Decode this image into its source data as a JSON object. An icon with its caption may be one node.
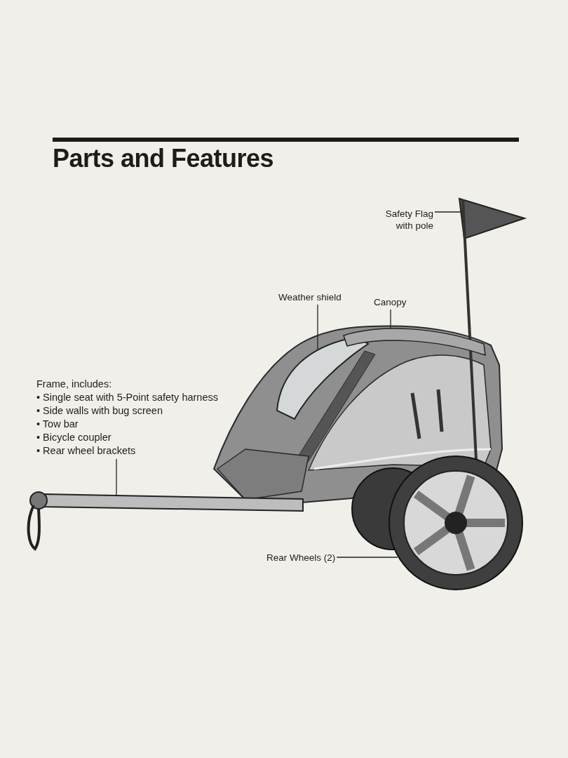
{
  "diagram": {
    "title": "Parts and Features",
    "nodes": [
      {
        "text": [
          "Safety Flag with pole"
        ]
      },
      {
        "text": [],
        "shape": "picture"
      },
      {
        "text": [
          "Weather shield"
        ]
      },
      {
        "text": [
          "Canopy"
        ]
      },
      {
        "text": [],
        "shape": "picture"
      },
      {
        "text": [],
        "shape": "picture"
      },
      {
        "text": [
          "Frame, includes:",
          "• Single seat with 5-Point safety harness",
          "• Side walls with bug screen",
          "• Tow bar",
          "• Bicycle coupler",
          "• Rear wheel brackets"
        ]
      },
      {
        "text": [],
        "shape": "picture"
      },
      {
        "text": [
          "Rear Wheels (2)"
        ]
      },
      {
        "text": [],
        "shape": "picture"
      }
    ],
    "edges": [
      {
        "from": 0,
        "to": 1,
        "arrow": "none"
      },
      {
        "from": 2,
        "to": 4,
        "arrow": "none"
      },
      {
        "from": 3,
        "to": 5,
        "arrow": "none"
      },
      {
        "from": 6,
        "to": 7,
        "arrow": "none"
      },
      {
        "from": 8,
        "to": 9,
        "arrow": "none"
      }
    ]
  }
}
